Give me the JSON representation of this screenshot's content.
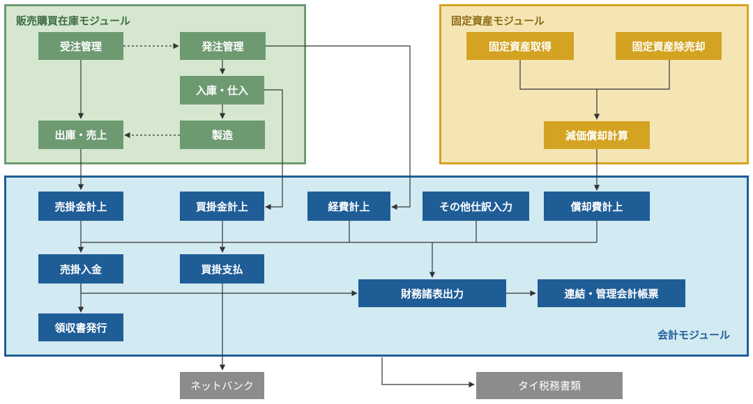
{
  "modules": {
    "sales": {
      "title": "販売購買在庫モジュール",
      "color": "#6e9a72"
    },
    "fixed_assets": {
      "title": "固定資産モジュール",
      "color": "#d4a321"
    },
    "accounting": {
      "title": "会計モジュール",
      "color": "#1f5d97"
    }
  },
  "sales": {
    "order_receipt": "受注管理",
    "purchase_order": "発注管理",
    "receiving": "入庫・仕入",
    "manufacturing": "製造",
    "shipping_sales": "出庫・売上"
  },
  "fixed_assets": {
    "acquisition": "固定資産取得",
    "disposal": "固定資産除売却",
    "depreciation": "減価償却計算"
  },
  "accounting": {
    "receivable": "売掛金計上",
    "payable": "買掛金計上",
    "expense": "経費計上",
    "other_journal": "その他仕訳入力",
    "depreciation_expense": "償却費計上",
    "receivable_payment": "売掛入金",
    "payable_payment": "買掛支払",
    "financial_statements": "財務諸表出力",
    "consolidated": "連結・管理会計帳票",
    "receipt_issue": "領収書発行"
  },
  "external": {
    "netbank": "ネットバンク",
    "thai_tax": "タイ税務書類"
  }
}
